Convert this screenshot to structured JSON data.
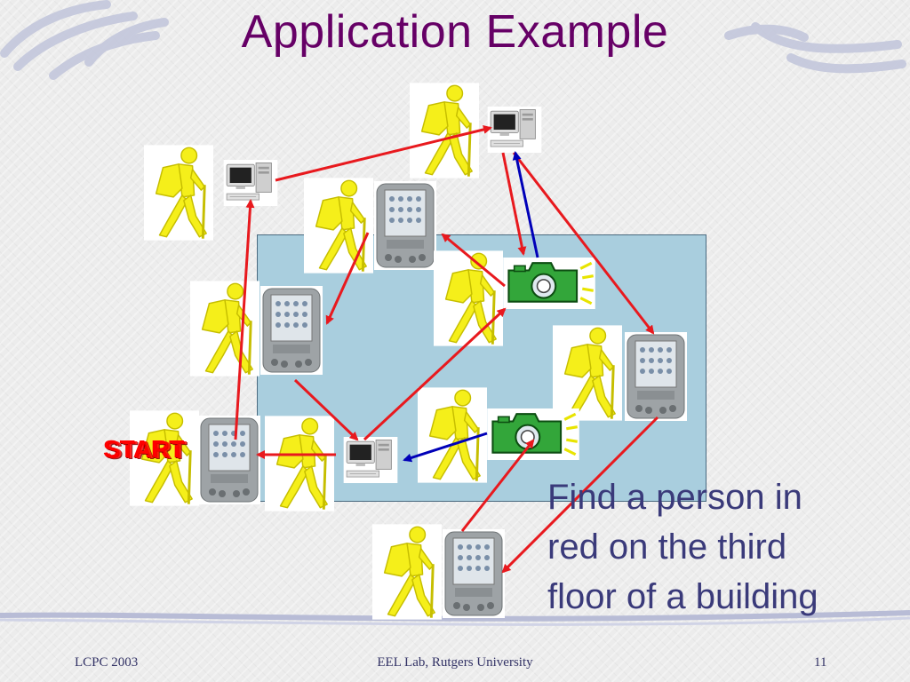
{
  "slide": {
    "title": "Application Example",
    "caption": [
      "Find a person in",
      "red on the third",
      "floor of a building"
    ],
    "start_labels": [
      "START",
      "START"
    ],
    "footer": {
      "left": "LCPC 2003",
      "center": "EEL Lab, Rutgers University",
      "right": "11"
    }
  },
  "icons": {
    "walker": "hiker-icon",
    "computer": "desktop-computer-icon",
    "pda": "pda-icon",
    "camera": "camera-icon"
  },
  "colors": {
    "title": "#660066",
    "caption": "#3a3a7a",
    "start": "#ff0000",
    "arrow_red": "#e8191e",
    "arrow_blue": "#0000b8",
    "floor": "#a9cede"
  }
}
